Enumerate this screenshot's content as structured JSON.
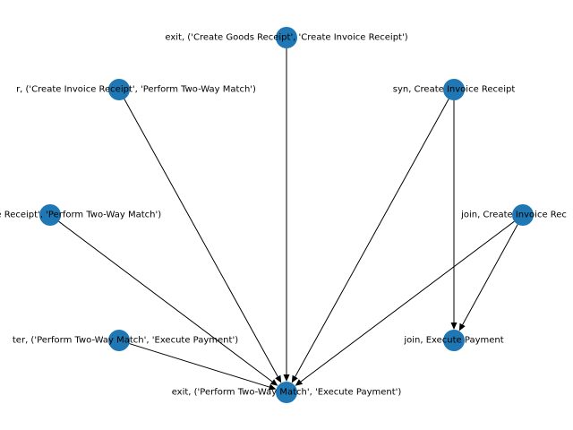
{
  "node_color": "#1f77b4",
  "edge_color": "#000000",
  "nodes": [
    {
      "id": "n1",
      "label": "exit, ('Create Goods Receipt', 'Create Invoice Receipt')"
    },
    {
      "id": "n2",
      "label": "r, ('Create Invoice Receipt', 'Perform Two-Way Match')"
    },
    {
      "id": "n3",
      "label": "syn, Create Invoice Receipt"
    },
    {
      "id": "n4",
      "label": "ce Receipt', 'Perform Two-Way Match')"
    },
    {
      "id": "n5",
      "label": "join, Create Invoice Rec"
    },
    {
      "id": "n6",
      "label": "ter, ('Perform Two-Way Match', 'Execute Payment')"
    },
    {
      "id": "n7",
      "label": "join, Execute Payment"
    },
    {
      "id": "n8",
      "label": "exit, ('Perform Two-Way Match', 'Execute Payment')"
    }
  ],
  "edges": [
    {
      "from": "n1",
      "to": "n8"
    },
    {
      "from": "n2",
      "to": "n8"
    },
    {
      "from": "n3",
      "to": "n8"
    },
    {
      "from": "n3",
      "to": "n7"
    },
    {
      "from": "n4",
      "to": "n8"
    },
    {
      "from": "n5",
      "to": "n8"
    },
    {
      "from": "n5",
      "to": "n7"
    },
    {
      "from": "n6",
      "to": "n8"
    }
  ]
}
